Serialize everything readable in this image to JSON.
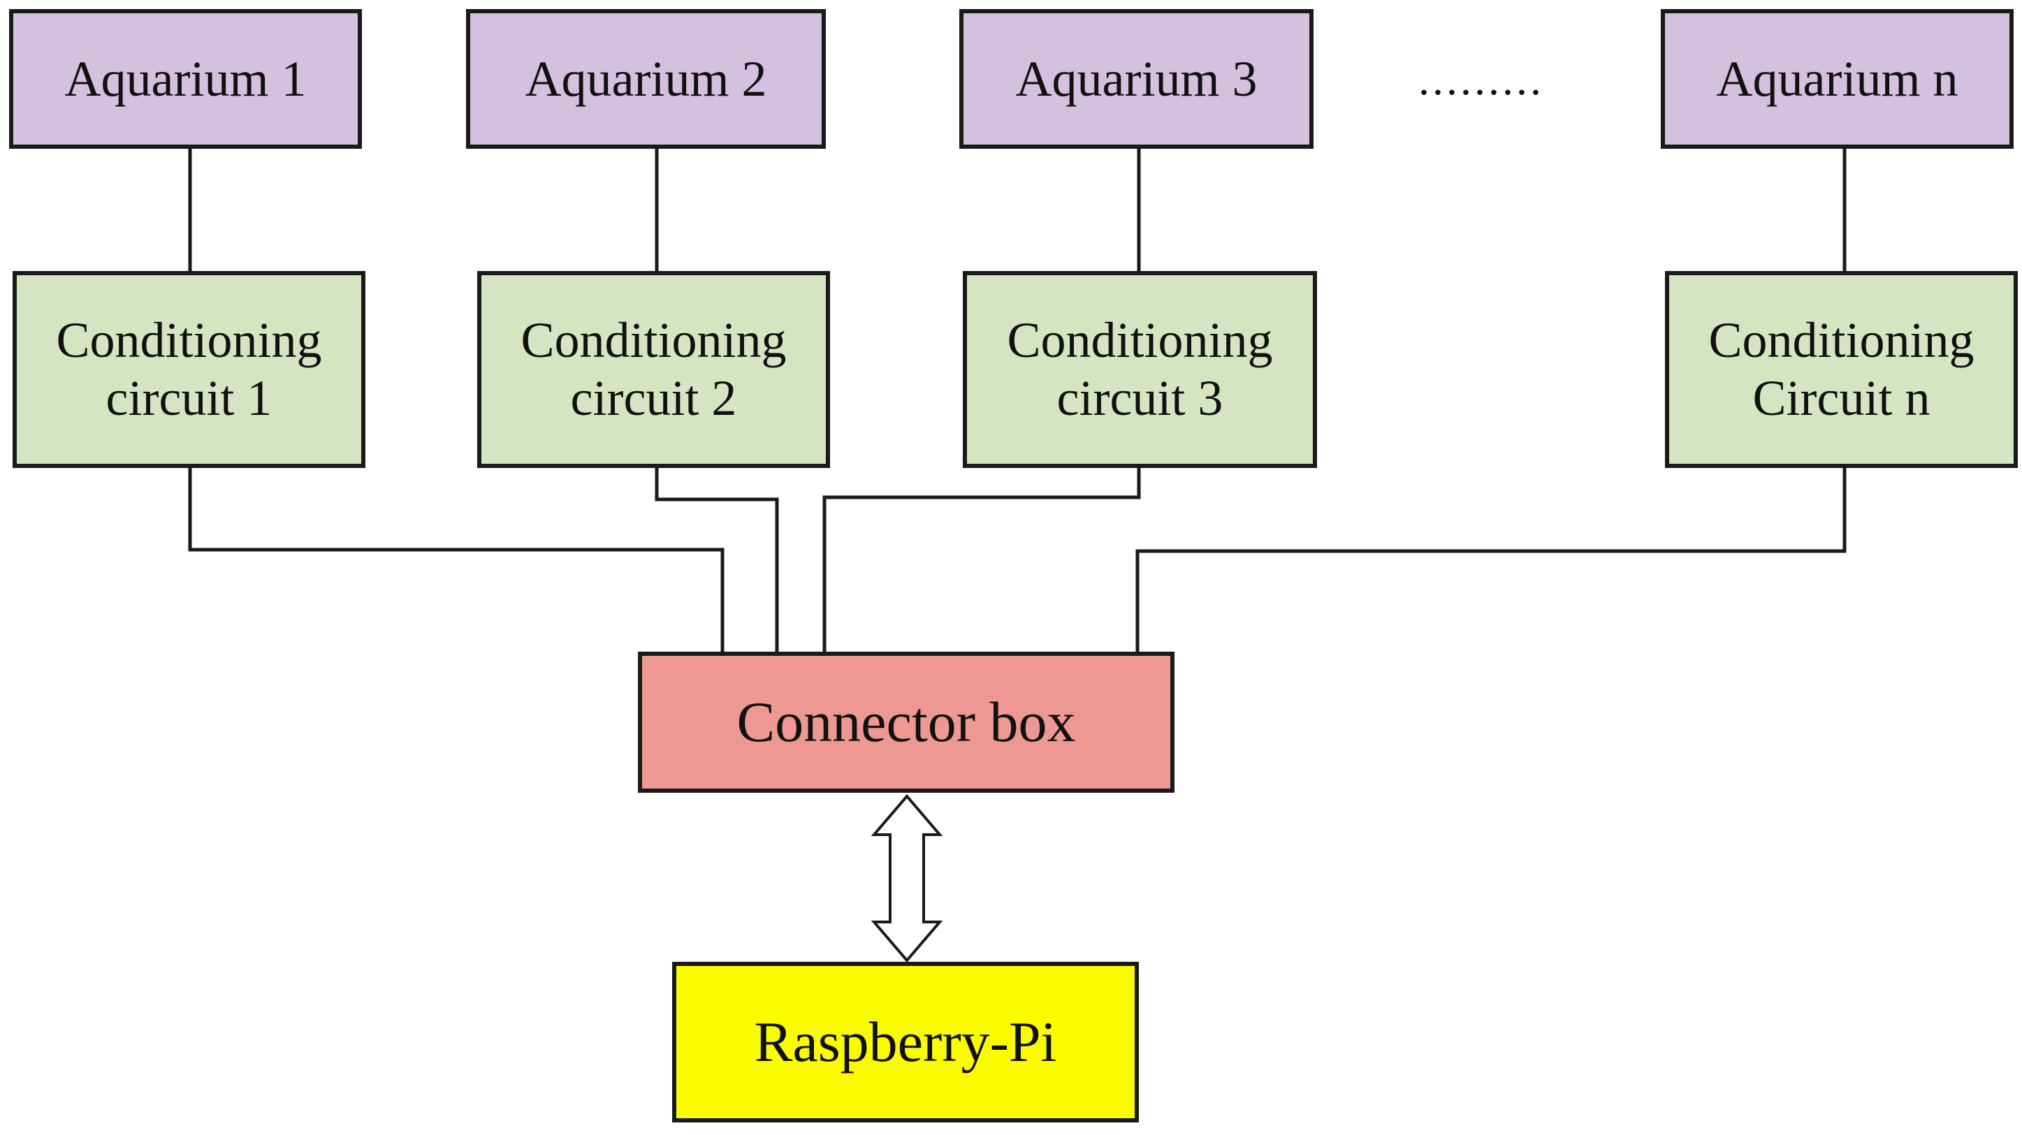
{
  "aquariums": [
    {
      "label": "Aquarium 1"
    },
    {
      "label": "Aquarium 2"
    },
    {
      "label": "Aquarium 3"
    },
    {
      "label": "Aquarium n"
    }
  ],
  "ellipsis": ".........",
  "conditioning_circuits": [
    {
      "line1": "Conditioning",
      "line2": "circuit 1"
    },
    {
      "line1": "Conditioning",
      "line2": "circuit 2"
    },
    {
      "line1": "Conditioning",
      "line2": "circuit 3"
    },
    {
      "line1": "Conditioning",
      "line2": "Circuit n"
    }
  ],
  "connector_box": {
    "label": "Connector box"
  },
  "raspberry_pi": {
    "label": "Raspberry-Pi"
  },
  "colors": {
    "aquarium_fill": "#d3c1df",
    "conditioning_fill": "#d5e5c1",
    "connector_fill": "#ee9894",
    "raspberry_fill": "#fbfb00",
    "line": "#1a1a1a"
  }
}
